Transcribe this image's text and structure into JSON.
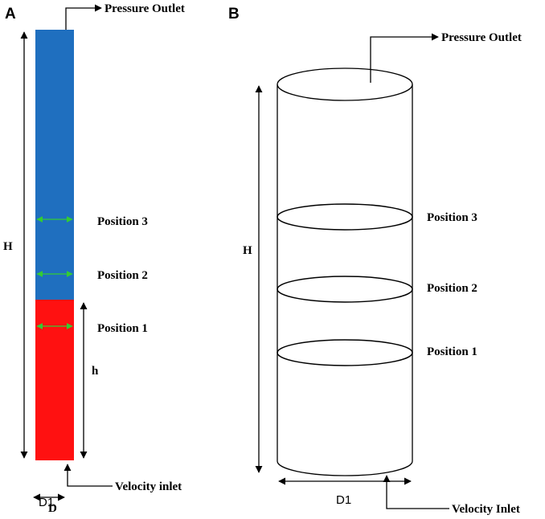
{
  "colors": {
    "gas": "#1f6fbf",
    "liquid": "#ff1111",
    "measure_arrow": "#33cc33",
    "line": "#000000"
  },
  "panel_a": {
    "letter": "A",
    "pressure_outlet": "Pressure Outlet",
    "velocity_inlet": "Velocity inlet",
    "height_label": "H",
    "liquid_height_label": "h",
    "diameter_label": "D1",
    "diameter_label_overlap": "D",
    "positions": [
      "Position 3",
      "Position 2",
      "Position 1"
    ]
  },
  "panel_b": {
    "letter": "B",
    "pressure_outlet": "Pressure Outlet",
    "velocity_inlet": "Velocity Inlet",
    "height_label": "H",
    "diameter_label": "D1",
    "positions": [
      "Position 3",
      "Position 2",
      "Position 1"
    ]
  }
}
